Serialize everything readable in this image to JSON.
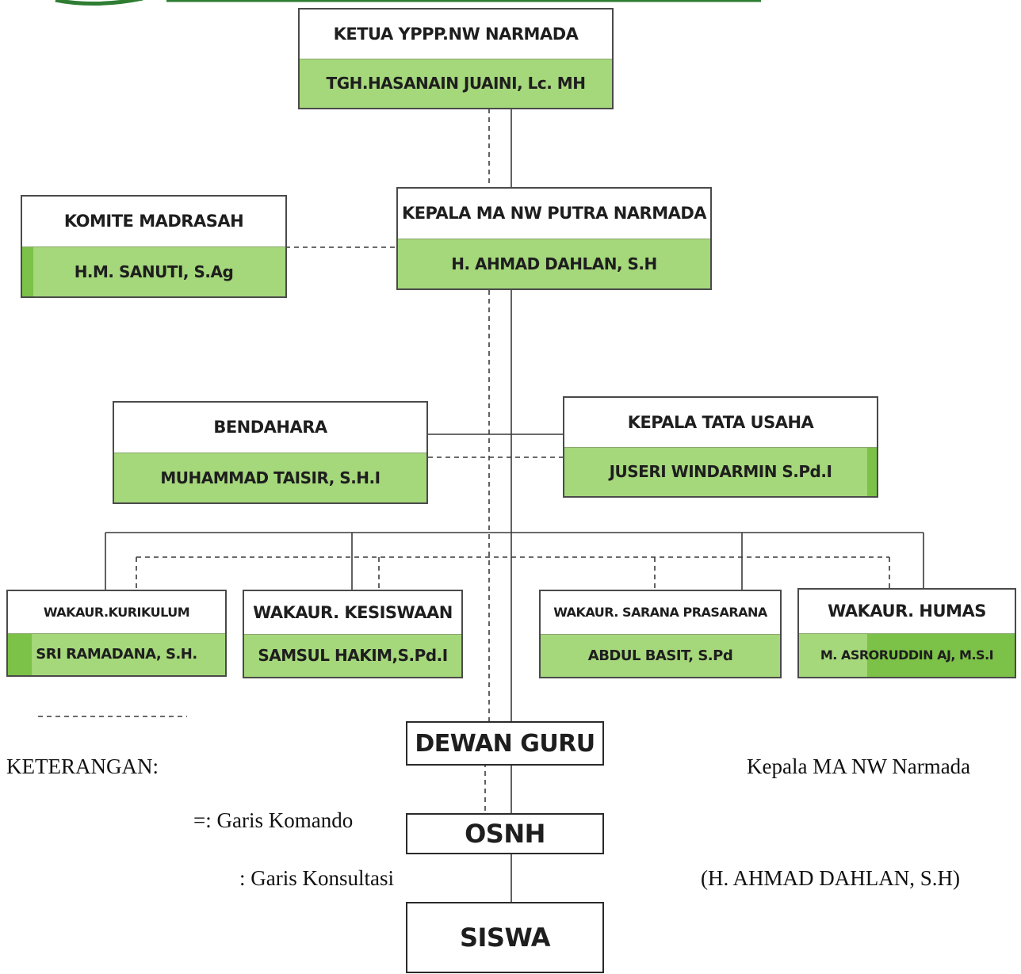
{
  "chart": {
    "boxes": {
      "ketua": {
        "title": "KETUA YPPP.NW NARMADA",
        "name": "TGH.HASANAIN JUAINI, Lc. MH"
      },
      "komite": {
        "title": "KOMITE MADRASAH",
        "name": "H.M. SANUTI, S.Ag"
      },
      "kepala": {
        "title": "KEPALA MA NW PUTRA NARMADA",
        "name": "H. AHMAD DAHLAN, S.H"
      },
      "bendahara": {
        "title": "BENDAHARA",
        "name": "MUHAMMAD TAISIR, S.H.I"
      },
      "tata_usaha": {
        "title": "KEPALA TATA USAHA",
        "name": "JUSERI WINDARMIN S.Pd.I"
      },
      "kurikulum": {
        "title": "WAKAUR.KURIKULUM",
        "name": "SRI RAMADANA, S.H."
      },
      "kesiswaan": {
        "title": "WAKAUR. KESISWAAN",
        "name": "SAMSUL HAKIM,S.Pd.I"
      },
      "sarana": {
        "title": "WAKAUR. SARANA PRASARANA",
        "name": "ABDUL BASIT, S.Pd"
      },
      "humas": {
        "title": "WAKAUR. HUMAS",
        "name": "M. ASRORUDDIN AJ, M.S.I"
      }
    },
    "dewan_guru": "DEWAN GURU",
    "osnh": "OSNH",
    "siswa": "SISWA"
  },
  "legend": {
    "heading": "KETERANGAN:",
    "komando": "=:  Garis Komando",
    "konsultasi": ":  Garis Konsultasi"
  },
  "signature": {
    "role": "Kepala MA NW Narmada",
    "name": "(H. AHMAD DAHLAN, S.H)"
  },
  "colors": {
    "name_fill": "#a5d77b",
    "accent": "#7cc148",
    "line": "#3a3a3a"
  }
}
